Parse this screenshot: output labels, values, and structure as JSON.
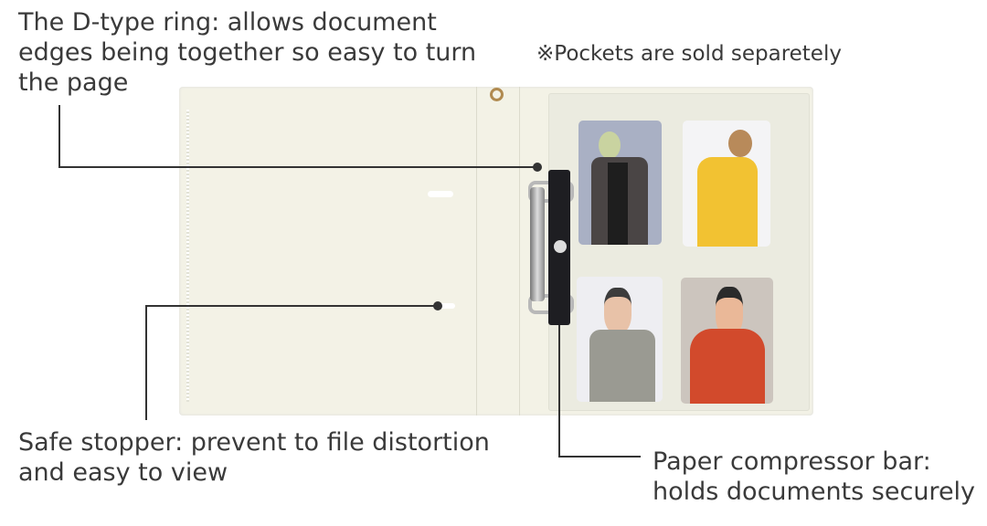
{
  "callouts": {
    "d_ring": [
      "The D-type ring: allows document",
      "edges being together so easy to turn",
      "the page"
    ],
    "pockets_note": "※Pockets are sold separetely",
    "stopper": [
      "Safe stopper: prevent to file distortion",
      "and easy to view"
    ],
    "compressor": [
      "Paper compressor bar:",
      "holds documents securely"
    ]
  },
  "colors": {
    "binder": "#f3f2e6",
    "ring": "#b8b8b8",
    "bar": "#1e1e22",
    "card1_bg": "#a9b0c4",
    "card2_bg": "#f4f4f6",
    "card3_bg": "#eeeef2",
    "card4_bg": "#ccc5be"
  }
}
